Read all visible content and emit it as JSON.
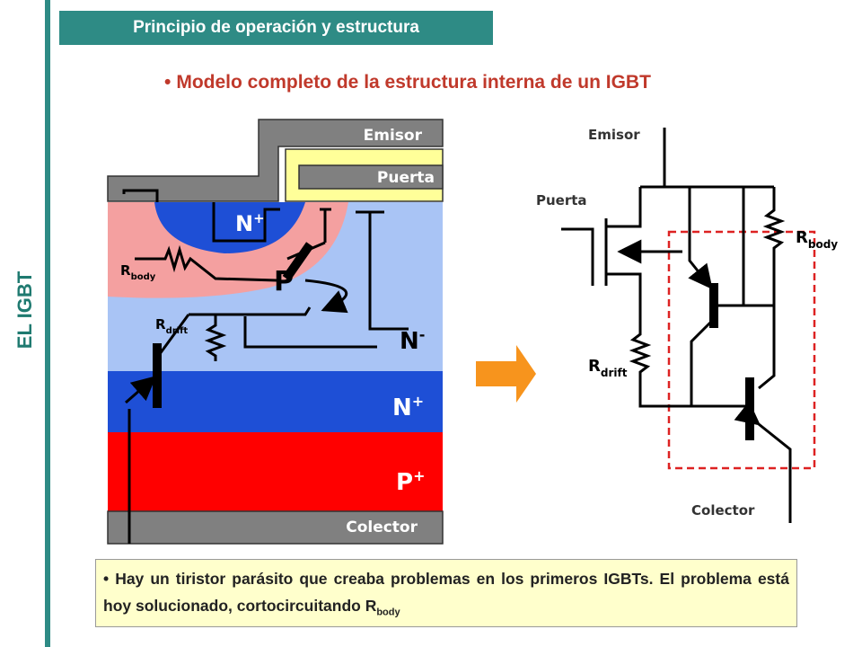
{
  "side_label": "EL IGBT",
  "header_title": "Principio de operación y estructura",
  "bullet_title": "Modelo completo de la estructura interna de un IGBT",
  "bullet_symbol": "•",
  "structure": {
    "emisor": "Emisor",
    "puerta": "Puerta",
    "colector": "Colector",
    "n_plus_top": "N",
    "p": "P",
    "n_minus": "N",
    "n_plus": "N",
    "p_plus": "P",
    "sup_plus": "+",
    "sup_minus": "-",
    "r": "R",
    "body": "body",
    "drift": "drift"
  },
  "circuit": {
    "emisor": "Emisor",
    "puerta": "Puerta",
    "colector": "Colector",
    "r": "R",
    "body": "body",
    "drift": "drift"
  },
  "note": {
    "text": "Hay un tiristor parásito que creaba problemas en los primeros IGBTs. El problema está hoy solucionado, cortocircuitando R",
    "sub": "body"
  },
  "colors": {
    "teal": "#2e8b85",
    "title_red": "#c0392b",
    "metal_gray": "#808080",
    "gate_yellow": "#ffff99",
    "n_plus_blue": "#1e4fd6",
    "p_pink": "#f4a0a0",
    "n_minus_lightblue": "#a9c4f5",
    "p_plus_red": "#ff0000",
    "arrow_orange": "#f7941d",
    "dashed_red": "#dd2222"
  }
}
